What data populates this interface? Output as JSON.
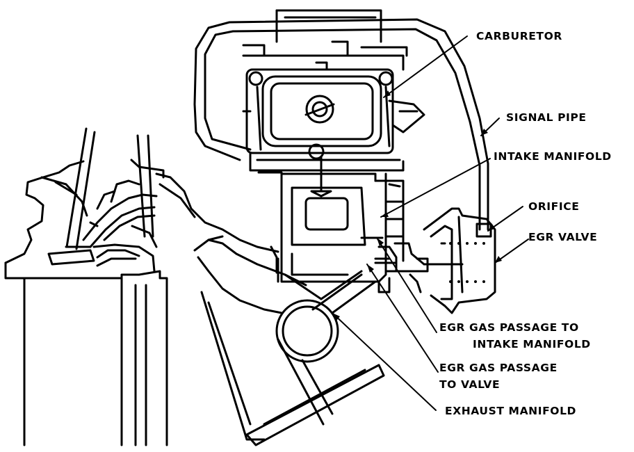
{
  "colors": {
    "ink": "#000000",
    "paper": "#ffffff"
  },
  "labels": {
    "carburetor": "CARBURETOR",
    "signal_pipe": "SIGNAL PIPE",
    "intake_manifold": "INTAKE MANIFOLD",
    "orifice": "ORIFICE",
    "egr_valve": "EGR VALVE",
    "passage_intake_line1": "EGR GAS PASSAGE TO",
    "passage_intake_line2": "INTAKE MANIFOLD",
    "passage_valve_line1": "EGR GAS PASSAGE",
    "passage_valve_line2": "TO VALVE",
    "exhaust_manifold": "EXHAUST MANIFOLD"
  }
}
